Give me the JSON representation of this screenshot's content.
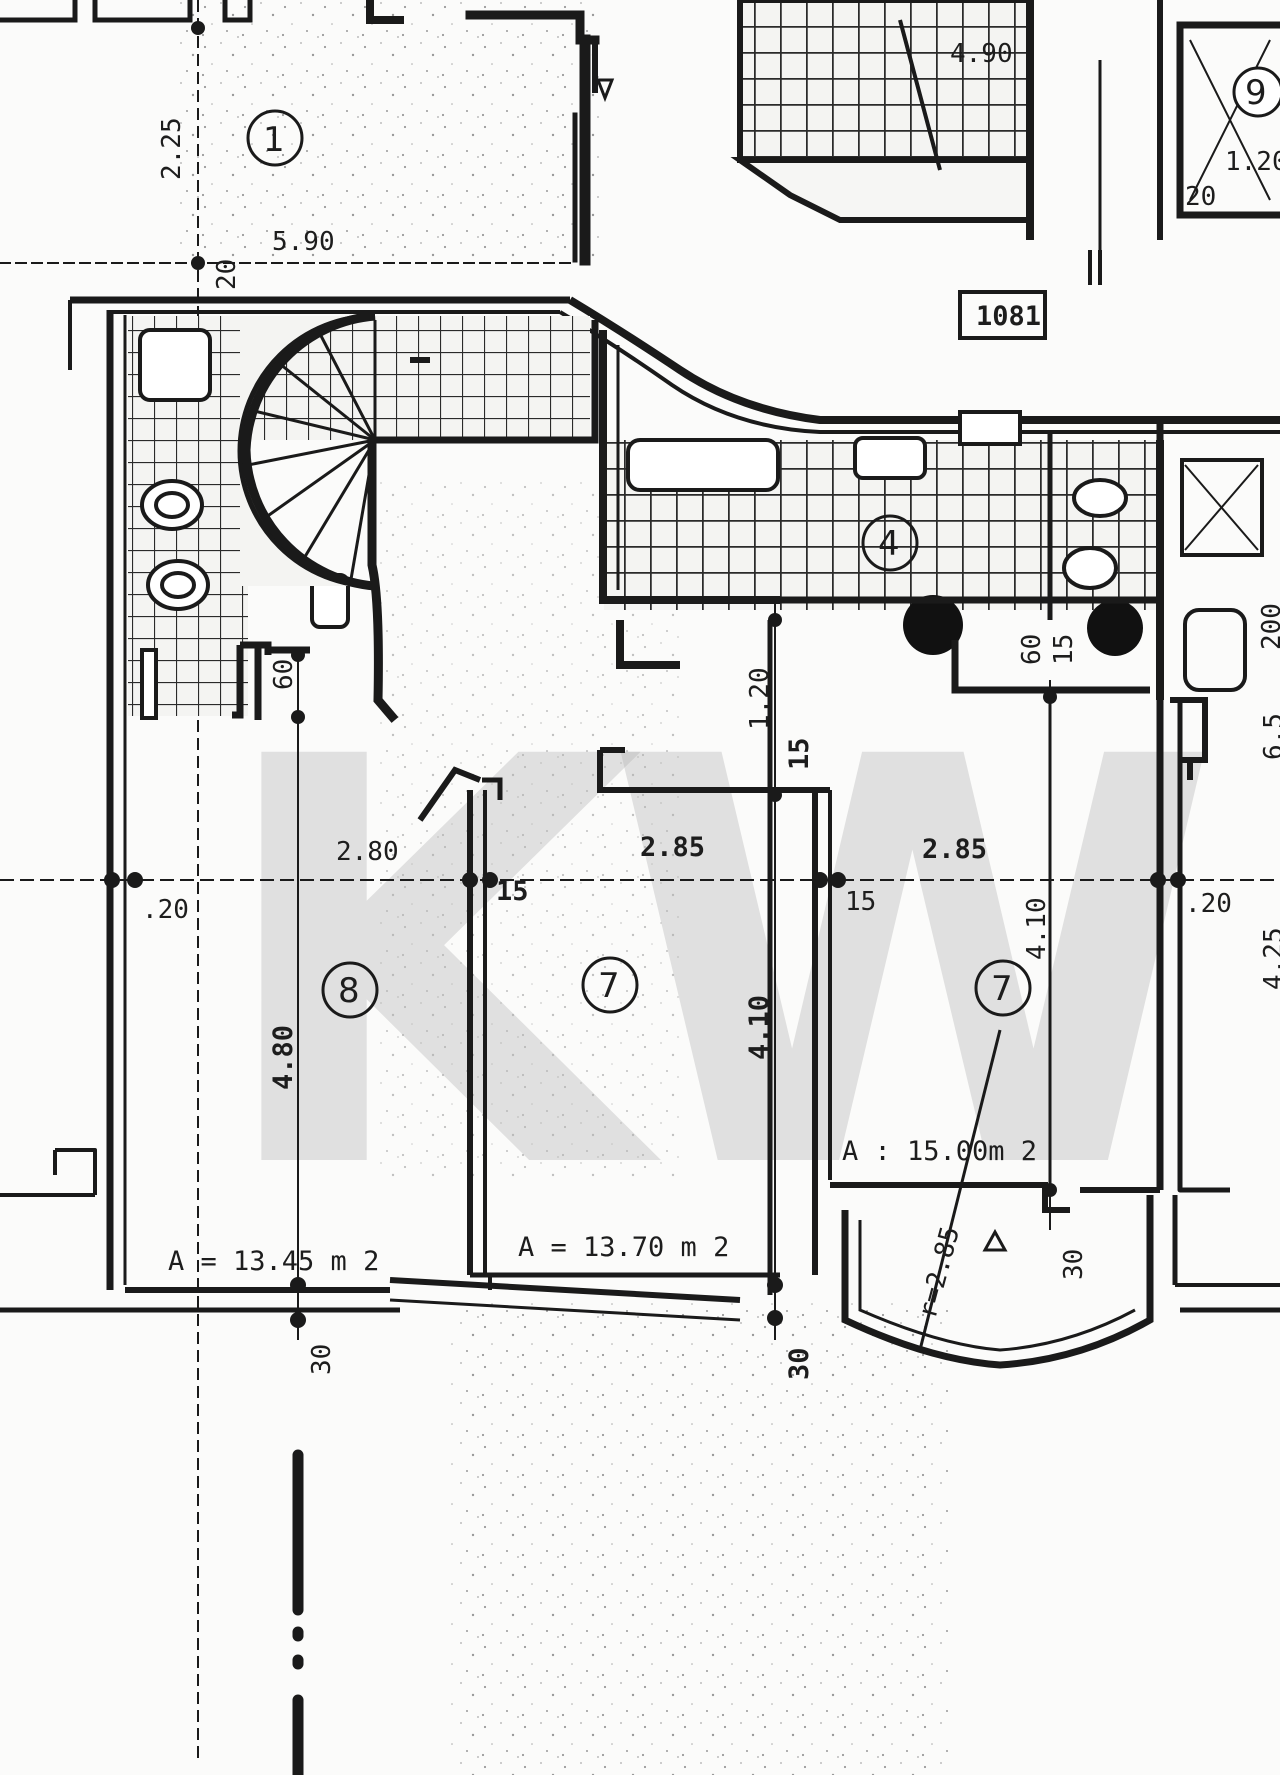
{
  "watermark": "KW",
  "rooms": [
    {
      "number": "1",
      "name": "room-1"
    },
    {
      "number": "4",
      "name": "room-4"
    },
    {
      "number": "7",
      "name": "room-7-center"
    },
    {
      "number": "7",
      "name": "room-7-right"
    },
    {
      "number": "8",
      "name": "room-8"
    },
    {
      "number": "9",
      "name": "room-9"
    }
  ],
  "dimensions": {
    "top_left_height": "2.25",
    "top_width": "5.90",
    "top_wall": "20",
    "left_wall_60": "60",
    "center_120": "1.20",
    "center_15_a": "15",
    "span_a": "2.80",
    "span_b": "2.85",
    "span_c": "2.85",
    "wall_left_20": ".20",
    "wall_15_a": "15",
    "wall_15_b": "15",
    "wall_right_20": ".20",
    "right_60": "60",
    "right_15": "15",
    "room8_height": "4.80",
    "room7_height": "4.10",
    "room7r_height": "4.10",
    "far_right_425": "4.25",
    "far_right_200": "200",
    "far_right_65": "6.5",
    "bottom_30_a": "30",
    "bottom_30_b": "30",
    "bottom_30_c": "30",
    "top_right_120": "1.20",
    "top_right_20": "20",
    "stair_490": "4.90",
    "radius": "r=2.85"
  },
  "areas": {
    "room8": "A = 13.45 m 2",
    "room7": "A = 13.70 m 2",
    "room7r": "A : 15.00m 2"
  },
  "tag_box": "1081"
}
